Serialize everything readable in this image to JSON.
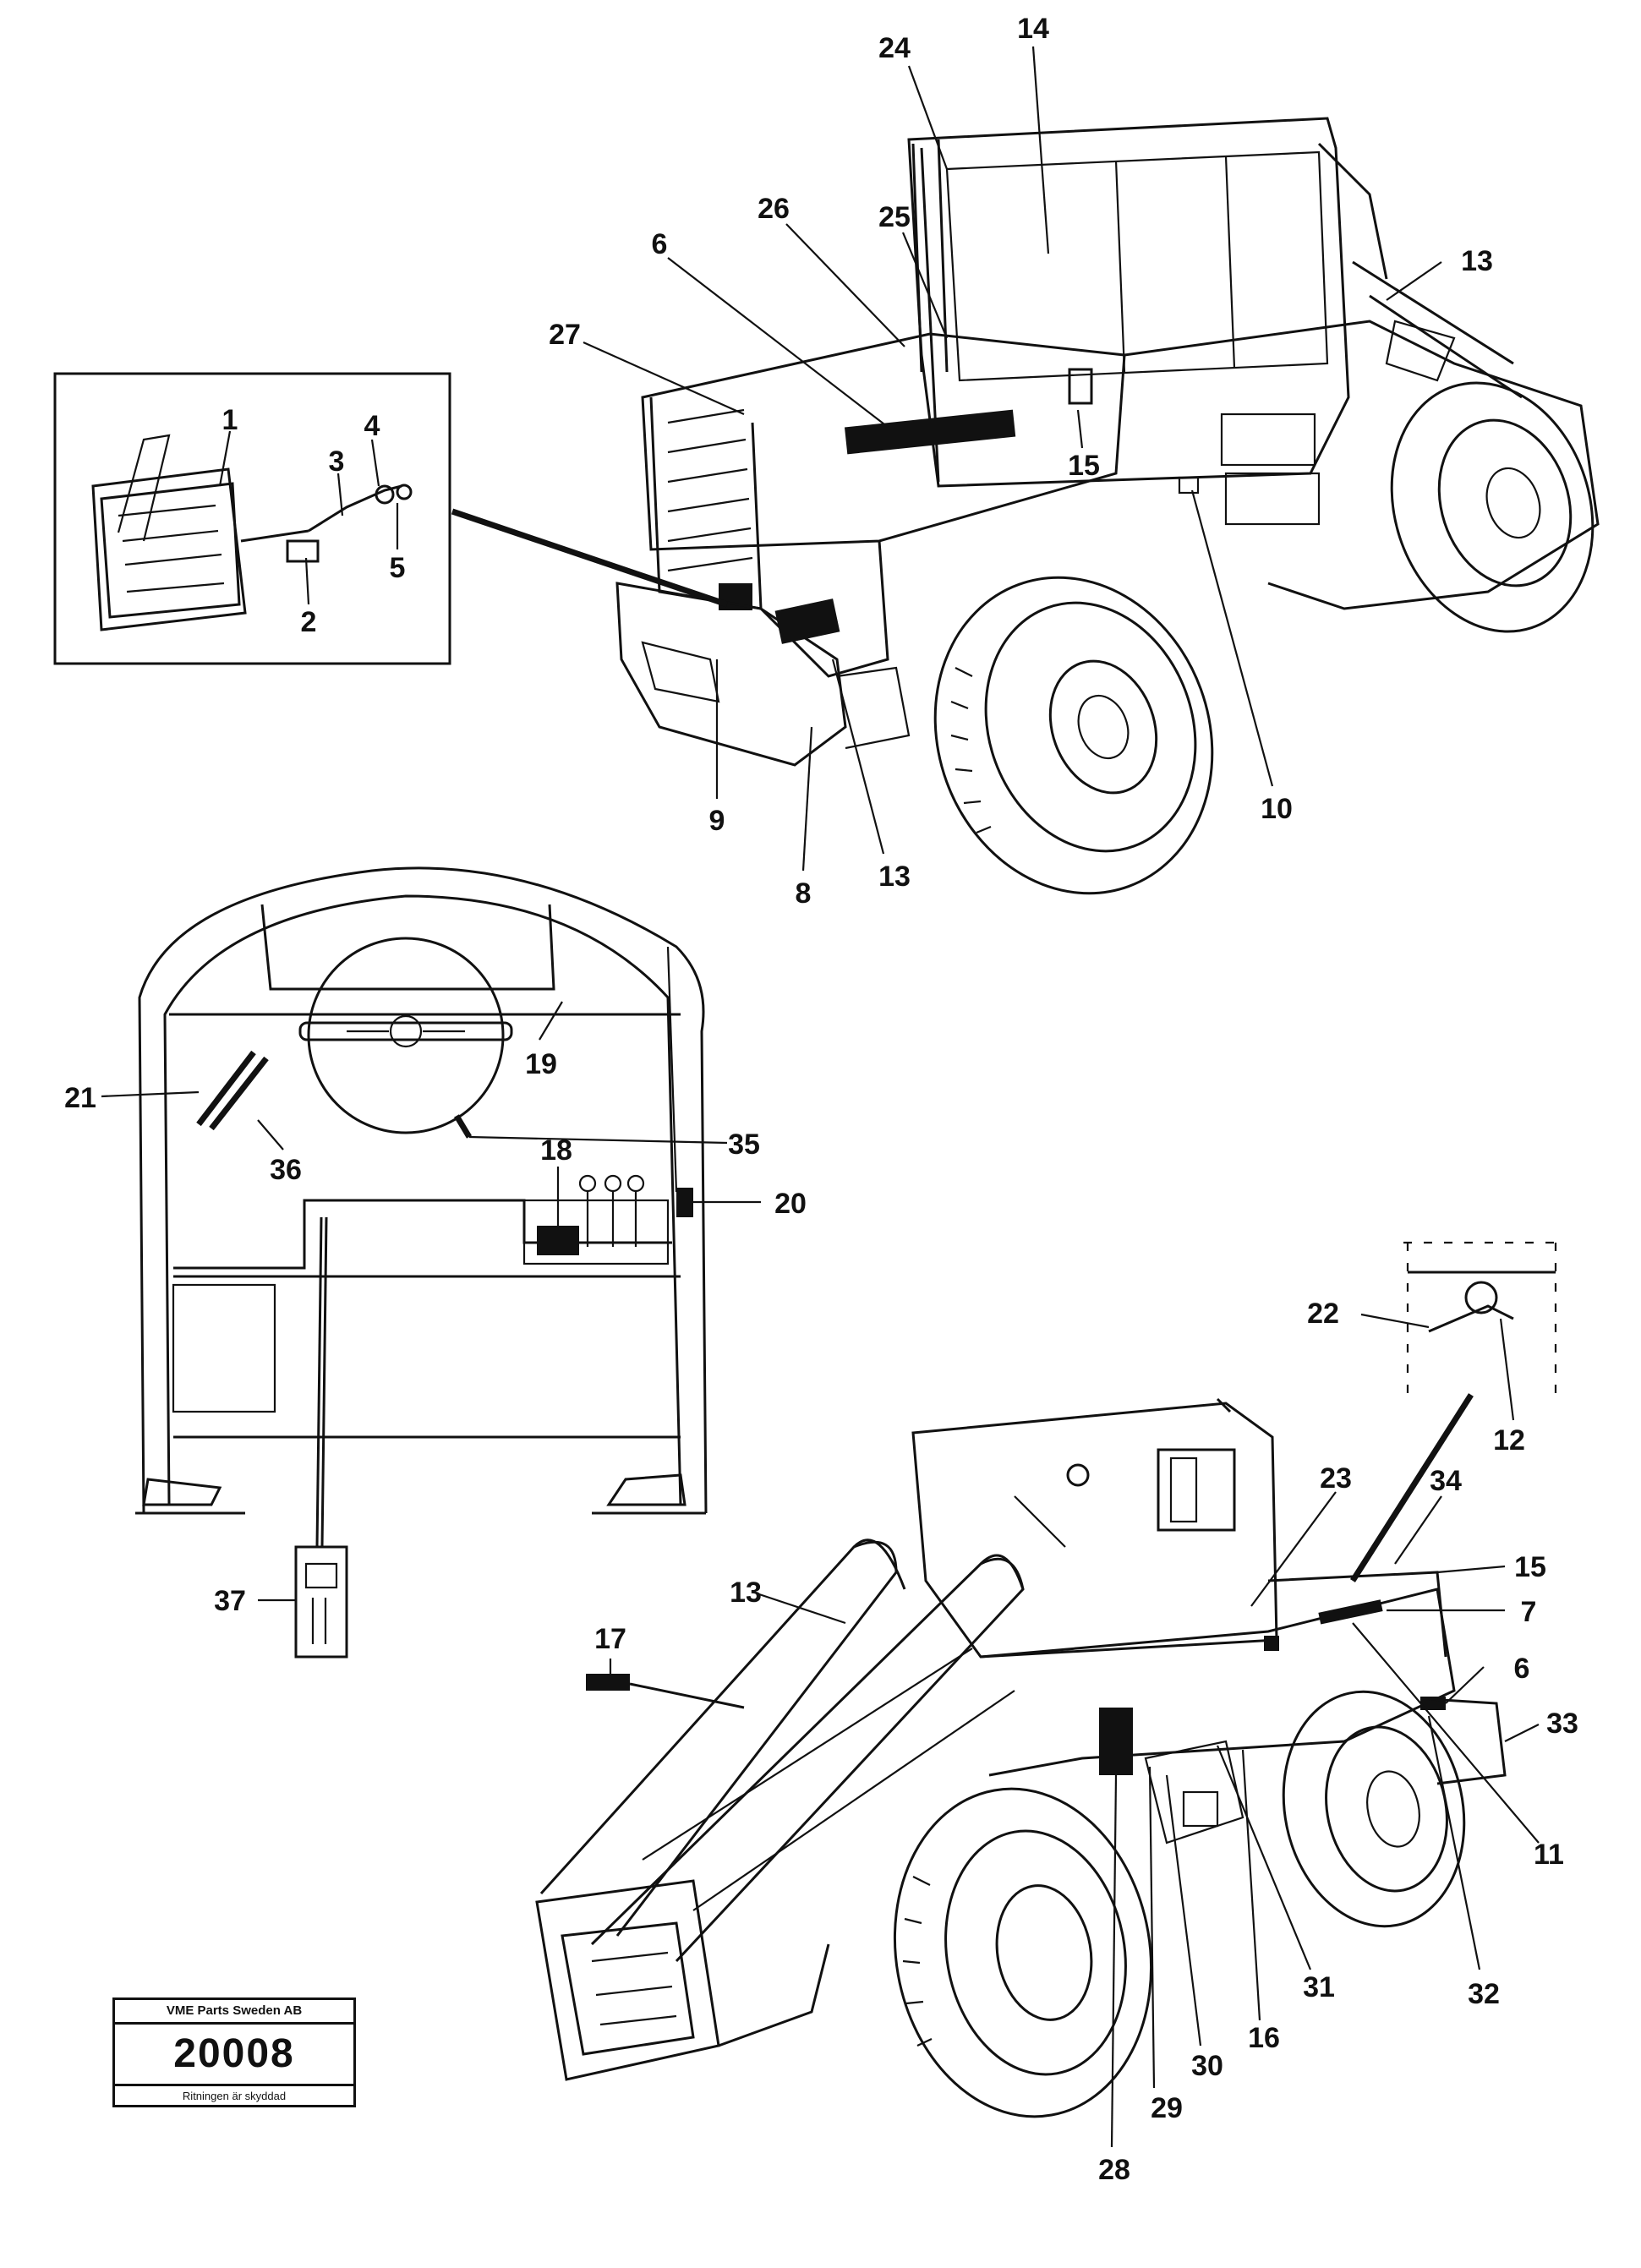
{
  "callouts": [
    {
      "id": "c24a",
      "text": "24"
    },
    {
      "id": "c14a",
      "text": "14"
    },
    {
      "id": "c26",
      "text": "26"
    },
    {
      "id": "c25",
      "text": "25"
    },
    {
      "id": "c6a",
      "text": "6"
    },
    {
      "id": "c13a",
      "text": "13"
    },
    {
      "id": "c27",
      "text": "27"
    },
    {
      "id": "c15a",
      "text": "15"
    },
    {
      "id": "c1",
      "text": "1"
    },
    {
      "id": "c4",
      "text": "4"
    },
    {
      "id": "c3",
      "text": "3"
    },
    {
      "id": "c5",
      "text": "5"
    },
    {
      "id": "c2",
      "text": "2"
    },
    {
      "id": "c9",
      "text": "9"
    },
    {
      "id": "c8a",
      "text": "8"
    },
    {
      "id": "c13b",
      "text": "13"
    },
    {
      "id": "c10",
      "text": "10"
    },
    {
      "id": "c21",
      "text": "21"
    },
    {
      "id": "c19",
      "text": "19"
    },
    {
      "id": "c36",
      "text": "36"
    },
    {
      "id": "c35",
      "text": "35"
    },
    {
      "id": "c18",
      "text": "18"
    },
    {
      "id": "c20",
      "text": "20"
    },
    {
      "id": "c37",
      "text": "37"
    },
    {
      "id": "c22",
      "text": "22"
    },
    {
      "id": "c12",
      "text": "12"
    },
    {
      "id": "c23",
      "text": "23"
    },
    {
      "id": "c34",
      "text": "34"
    },
    {
      "id": "c15b",
      "text": "15"
    },
    {
      "id": "c7",
      "text": "7"
    },
    {
      "id": "c17",
      "text": "17"
    },
    {
      "id": "c13c",
      "text": "13"
    },
    {
      "id": "c6b",
      "text": "6"
    },
    {
      "id": "c33",
      "text": "33"
    },
    {
      "id": "c11",
      "text": "11"
    },
    {
      "id": "c32",
      "text": "32"
    },
    {
      "id": "c31",
      "text": "31"
    },
    {
      "id": "c16",
      "text": "16"
    },
    {
      "id": "c30",
      "text": "30"
    },
    {
      "id": "c29",
      "text": "29"
    },
    {
      "id": "c28",
      "text": "28"
    }
  ],
  "stamp": {
    "header": "VME Parts Sweden AB",
    "code": "20008",
    "footer": "Ritningen är skyddad"
  }
}
